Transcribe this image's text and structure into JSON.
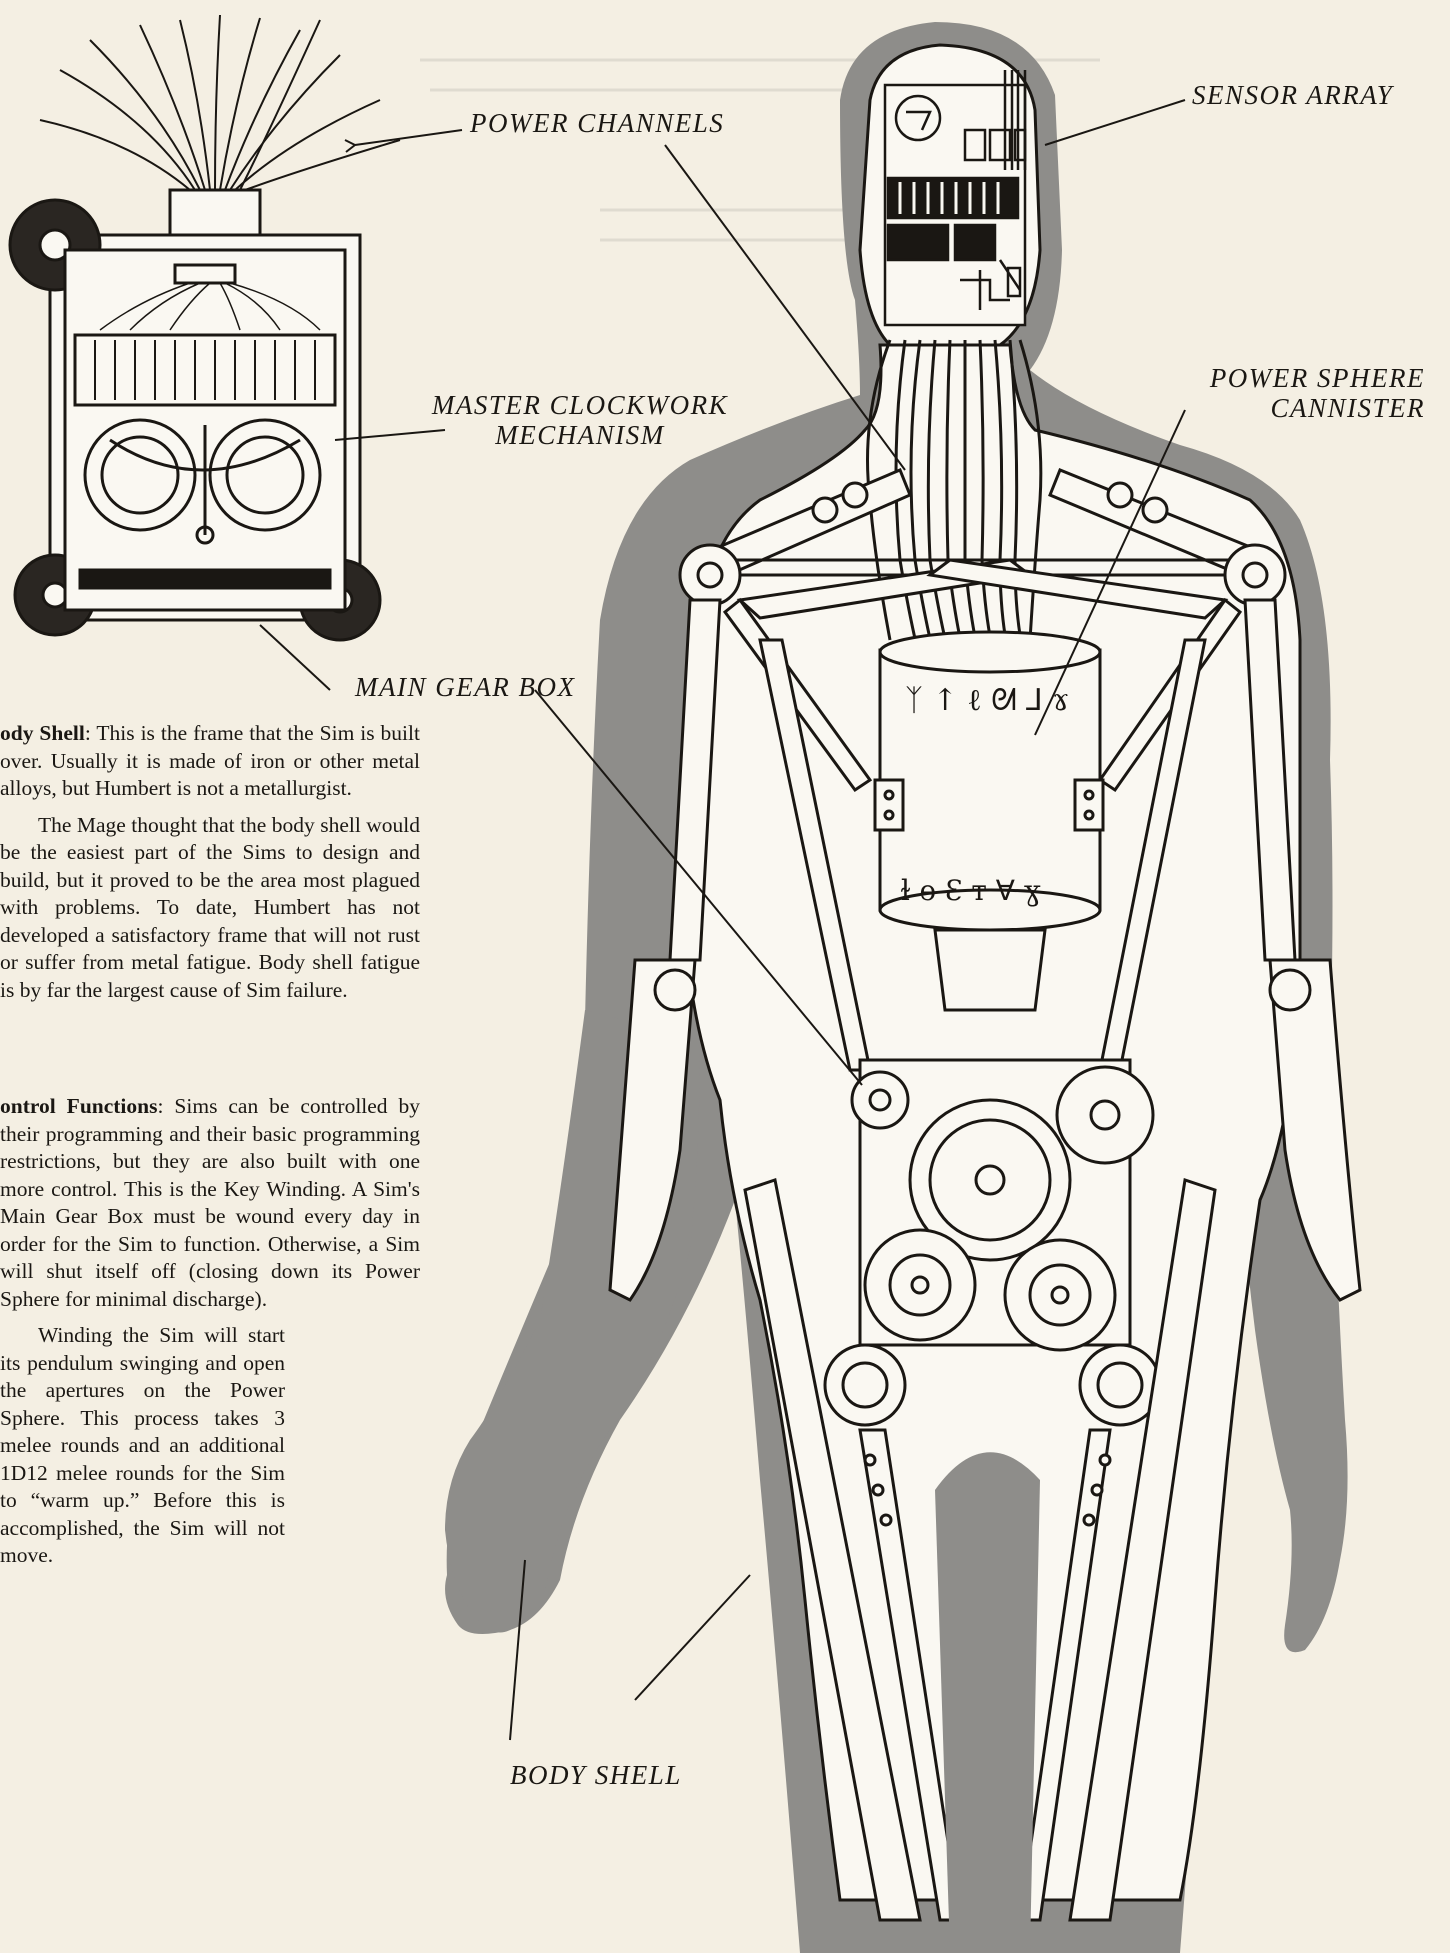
{
  "labels": {
    "power_channels": "POWER CHANNELS",
    "sensor_array": "SENSOR ARRAY",
    "master_clockwork_line1": "MASTER CLOCKWORK",
    "master_clockwork_line2": "MECHANISM",
    "power_sphere_line1": "POWER SPHERE",
    "power_sphere_line2": "CANNISTER",
    "main_gear_box": "MAIN GEAR BOX",
    "body_shell": "BODY SHELL"
  },
  "body_shell_section": {
    "heading": "ody Shell",
    "p1": ": This is the frame that the Sim is built over. Usually it is made of iron or other metal alloys, but Humbert is not a metallurgist.",
    "p2": "The Mage thought that the body shell would be the easiest part of the Sims to design and build, but it proved to be the area most plagued with problems. To date, Humbert has not developed a satisfactory frame that will not rust or suffer from metal fatigue. Body shell fatigue is by far the largest cause of Sim failure."
  },
  "control_section": {
    "heading": "ontrol Functions",
    "p1": ": Sims can be controlled by their programming and their basic programming restrictions, but they are also built with one more control. This is the Key Winding. A Sim's Main Gear Box must be wound every day in order for the Sim to function. Otherwise, a Sim will shut itself off (closing down its Power Sphere for minimal discharge).",
    "p2": "Winding the Sim will start its pendulum swinging and open the apertures on the Power Sphere. This process takes 3 melee rounds and an additional 1D12 melee rounds for the Sim to “warm up.” Before this is accomplished, the Sim will not move."
  },
  "colors": {
    "paper": "#f4efe3",
    "ink": "#1a1713",
    "shell_gray": "#8e8d8a",
    "body_white": "#faf8f2"
  }
}
